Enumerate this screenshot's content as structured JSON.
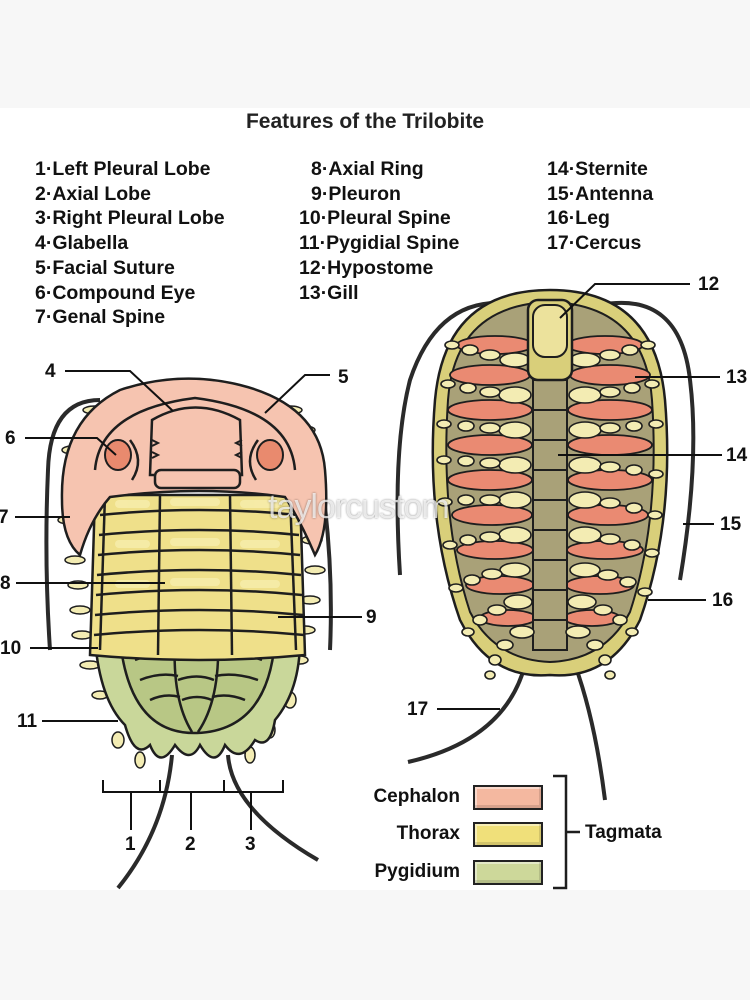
{
  "title": "Features of the Trilobite",
  "features": {
    "col1": [
      "1·Left Pleural Lobe",
      "2·Axial Lobe",
      "3·Right Pleural Lobe",
      "4·Glabella",
      "5·Facial Suture",
      "6·Compound Eye",
      "7·Genal Spine"
    ],
    "col2": [
      "8·Axial Ring",
      "9·Pleuron",
      "10·Pleural Spine",
      "11·Pygidial Spine",
      "12·Hypostome",
      "13·Gill"
    ],
    "col3": [
      "14·Sternite",
      "15·Antenna",
      "16·Leg",
      "17·Cercus"
    ]
  },
  "dorsal_callouts": [
    "1",
    "2",
    "3",
    "4",
    "5",
    "6",
    "7",
    "8",
    "9",
    "10",
    "11"
  ],
  "ventral_callouts": [
    "12",
    "13",
    "14",
    "15",
    "16",
    "17"
  ],
  "tagmata": {
    "label": "Tagmata",
    "items": [
      {
        "name": "Cephalon",
        "color": "#f4b8a0"
      },
      {
        "name": "Thorax",
        "color": "#f0e07a"
      },
      {
        "name": "Pygidium",
        "color": "#cdd89a"
      }
    ]
  },
  "colors": {
    "cephalon": "#f6c4b0",
    "cephalon_dark": "#e3a08a",
    "eye": "#e98a6e",
    "thorax": "#efe08a",
    "thorax_dark": "#d8c45c",
    "pygidium": "#c9d79a",
    "pygidium_dark": "#a8b874",
    "ventral_shell": "#d9cf7a",
    "ventral_inner": "#a9a178",
    "gill": "#ea8a72",
    "leg": "#f3ecb3",
    "outline": "#1e1e1e"
  },
  "watermark": "taylorcustom"
}
